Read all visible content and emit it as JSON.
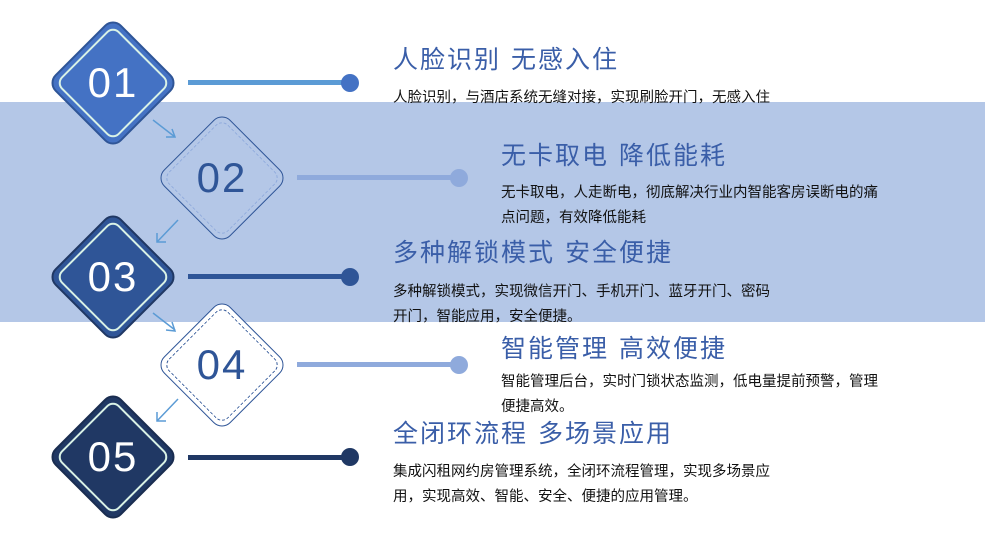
{
  "colors": {
    "band": "#b4c7e7",
    "step1": "#4472c4",
    "step3": "#2f5597",
    "step5": "#203864",
    "light": "#8faadc",
    "title": "#3a5ea8"
  },
  "steps": [
    {
      "number": "01",
      "title": "人脸识别 无感入住",
      "desc": [
        "人脸识别，与酒店系统无缝对接，实现刷脸开门，无感入住"
      ]
    },
    {
      "number": "02",
      "title": "无卡取电 降低能耗",
      "desc": [
        "无卡取电，人走断电，彻底解决行业内智能客房误断电的痛",
        "点问题，有效降低能耗"
      ]
    },
    {
      "number": "03",
      "title": "多种解锁模式 安全便捷",
      "desc": [
        "多种解锁模式，实现微信开门、手机开门、蓝牙开门、密码",
        "开门，智能应用，安全便捷。"
      ]
    },
    {
      "number": "04",
      "title": "智能管理 高效便捷",
      "desc": [
        "智能管理后台，实时门锁状态监测，低电量提前预警，管理",
        "便捷高效。"
      ]
    },
    {
      "number": "05",
      "title": "全闭环流程 多场景应用",
      "desc": [
        "集成闪租网约房管理系统，全闭环流程管理，实现多场景应",
        "用，实现高效、智能、安全、便捷的应用管理。"
      ]
    }
  ]
}
